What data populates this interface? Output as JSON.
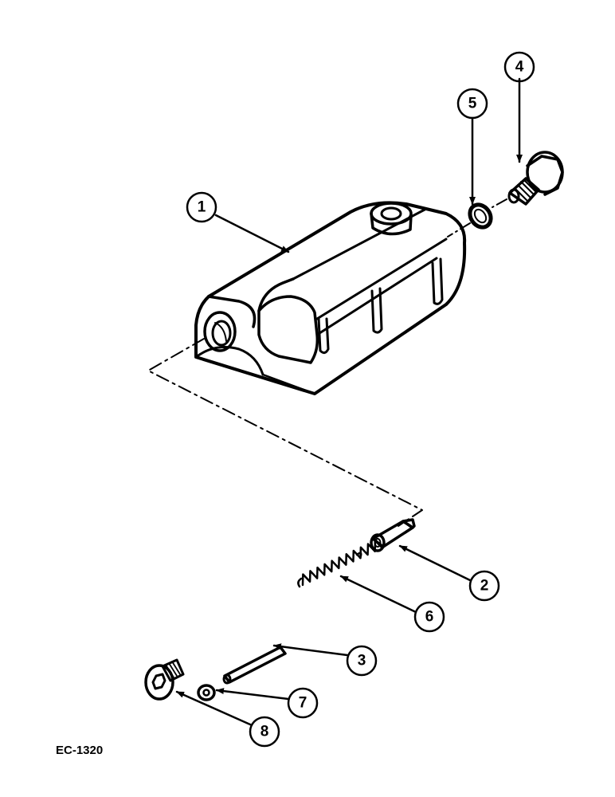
{
  "callouts": {
    "c1": "1",
    "c2": "2",
    "c3": "3",
    "c4": "4",
    "c5": "5",
    "c6": "6",
    "c7": "7",
    "c8": "8"
  },
  "figure_ref": "EC-1320"
}
